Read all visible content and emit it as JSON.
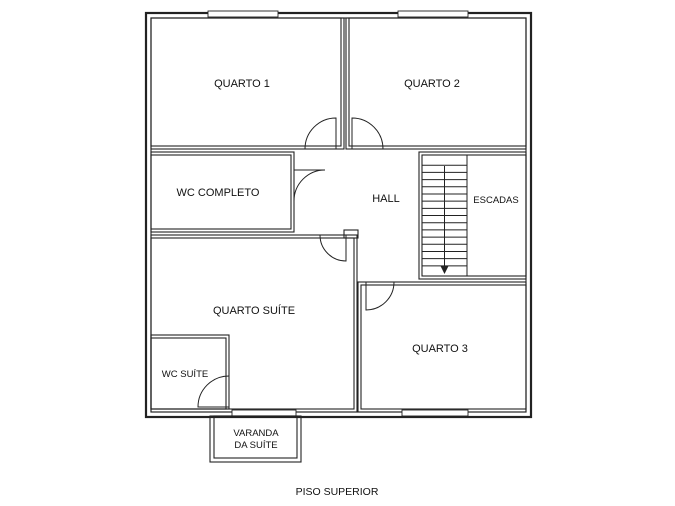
{
  "plan": {
    "title": "PISO SUPERIOR",
    "rooms": {
      "quarto1": "QUARTO 1",
      "quarto2": "QUARTO 2",
      "wc_completo": "WC COMPLETO",
      "hall": "HALL",
      "escadas": "ESCADAS",
      "quarto_suite": "QUARTO SUÍTE",
      "wc_suite": "WC SUÍTE",
      "quarto3": "QUARTO 3",
      "varanda_line1": "VARANDA",
      "varanda_line2": "DA SUÍTE"
    }
  }
}
